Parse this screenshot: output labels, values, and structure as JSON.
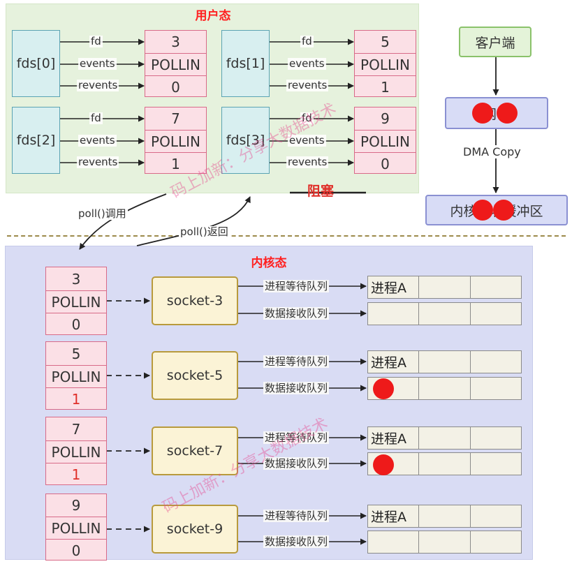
{
  "user_zone": {
    "title": "用户态"
  },
  "kernel_zone": {
    "title": "内核态"
  },
  "field_labels": {
    "fd": "fd",
    "events": "events",
    "revents": "revents"
  },
  "fds": [
    {
      "name": "fds[0]",
      "fd": "3",
      "events": "POLLIN",
      "revents": "0"
    },
    {
      "name": "fds[1]",
      "fd": "5",
      "events": "POLLIN",
      "revents": "1"
    },
    {
      "name": "fds[2]",
      "fd": "7",
      "events": "POLLIN",
      "revents": "1"
    },
    {
      "name": "fds[3]",
      "fd": "9",
      "events": "POLLIN",
      "revents": "0"
    }
  ],
  "blocked_label": "阻塞",
  "poll_call": "poll()调用",
  "poll_return": "poll()返回",
  "right_flow": {
    "client": "客户端",
    "nic": "网卡",
    "dma": "DMA Copy",
    "kernel_buffer": "内核接收缓冲区"
  },
  "kernel_rows": [
    {
      "fd": "3",
      "events": "POLLIN",
      "revents": "0",
      "socket": "socket-3",
      "wait_queue_label": "进程等待队列",
      "recv_queue_label": "数据接收队列",
      "wait_item": "进程A",
      "has_data": false
    },
    {
      "fd": "5",
      "events": "POLLIN",
      "revents": "1",
      "socket": "socket-5",
      "wait_queue_label": "进程等待队列",
      "recv_queue_label": "数据接收队列",
      "wait_item": "进程A",
      "has_data": true
    },
    {
      "fd": "7",
      "events": "POLLIN",
      "revents": "1",
      "socket": "socket-7",
      "wait_queue_label": "进程等待队列",
      "recv_queue_label": "数据接收队列",
      "wait_item": "进程A",
      "has_data": true
    },
    {
      "fd": "9",
      "events": "POLLIN",
      "revents": "0",
      "socket": "socket-9",
      "wait_queue_label": "进程等待队列",
      "recv_queue_label": "数据接收队列",
      "wait_item": "进程A",
      "has_data": false
    }
  ],
  "watermark": {
    "text": "码上加新：分享大数据技术"
  }
}
